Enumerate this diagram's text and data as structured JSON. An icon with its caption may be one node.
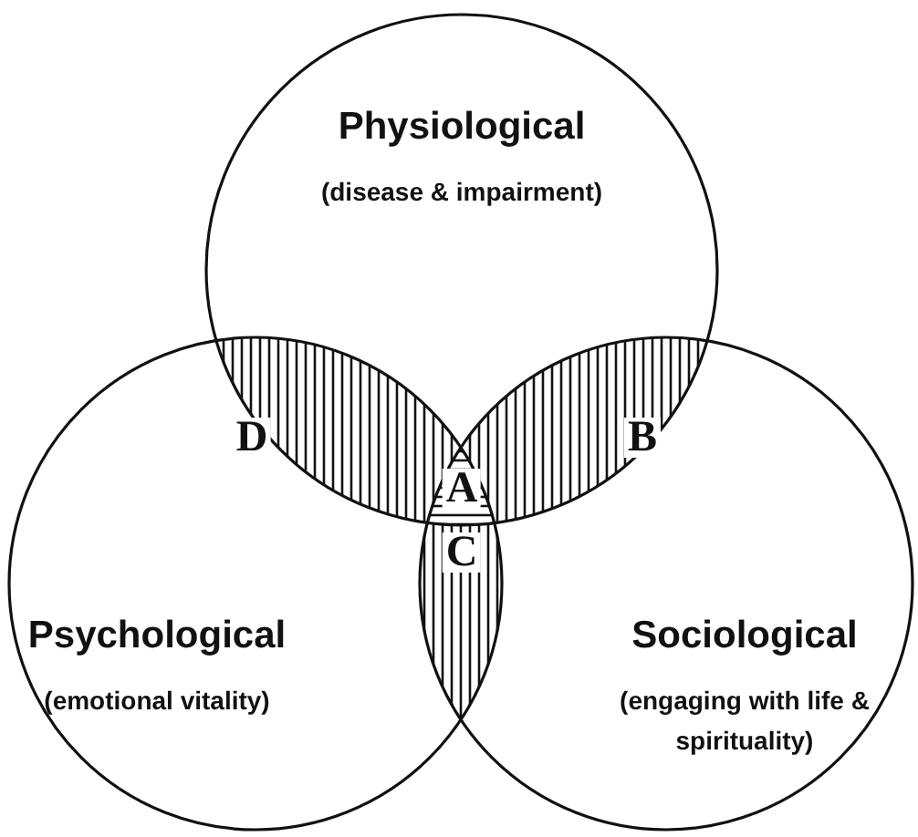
{
  "diagram": {
    "nodes": [
      {
        "text": [
          "Physiological",
          "(disease & impairment)"
        ]
      },
      {
        "text": [
          "Psychological",
          "(emotional vitality)"
        ]
      },
      {
        "text": [
          "Sociological",
          "(engaging with life & spirituality)"
        ]
      }
    ],
    "edges": [],
    "labels": [
      "D",
      "B",
      "A",
      "C"
    ]
  }
}
